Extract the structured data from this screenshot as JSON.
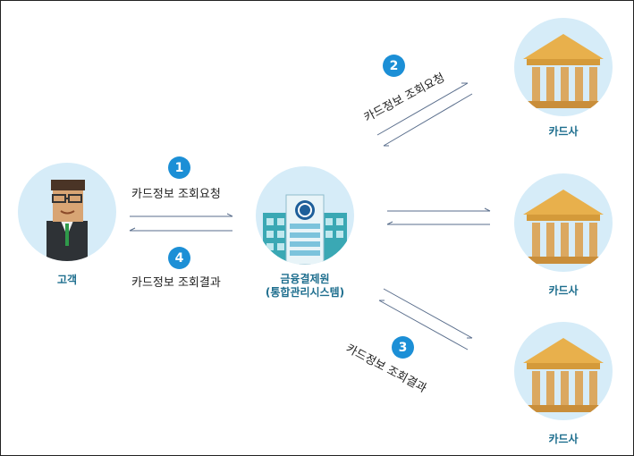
{
  "nodes": {
    "customer": {
      "label": "고객"
    },
    "center": {
      "label_line1": "금융결제원",
      "label_line2": "(통합관리시스템)"
    },
    "card_top": {
      "label": "카드사"
    },
    "card_mid": {
      "label": "카드사"
    },
    "card_bottom": {
      "label": "카드사"
    }
  },
  "steps": [
    {
      "num": "1",
      "text": "카드정보 조회요청"
    },
    {
      "num": "2",
      "text": "카드정보 조회요청"
    },
    {
      "num": "3",
      "text": "카드정보 조회결과"
    },
    {
      "num": "4",
      "text": "카드정보 조회결과"
    }
  ],
  "colors": {
    "badge": "#1c8fd6",
    "node_bg": "#d6ecf8",
    "arrow": "#5a6e8c",
    "label": "#1e6e8e"
  }
}
